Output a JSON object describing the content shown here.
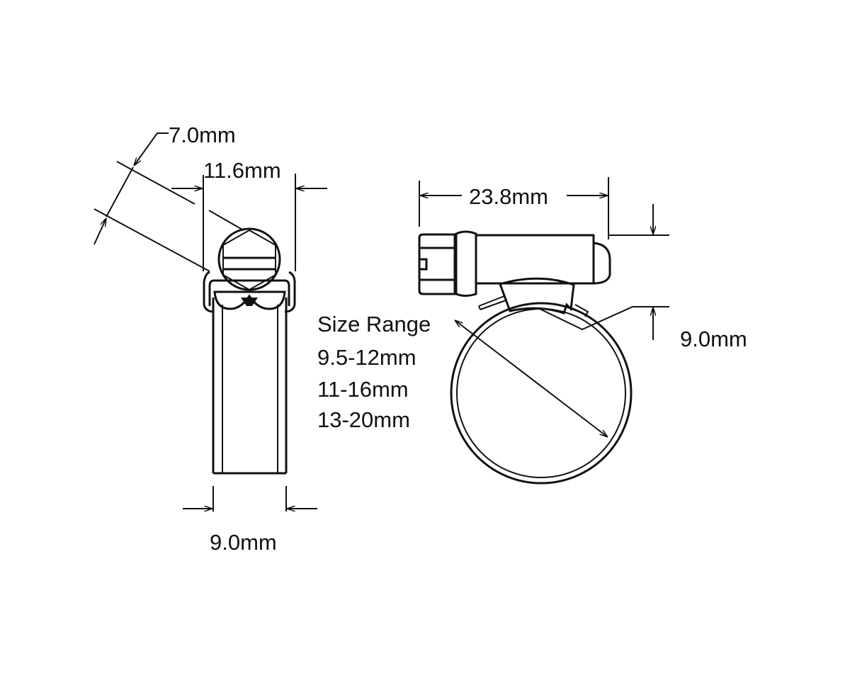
{
  "dimensions": {
    "thickness": "7.0mm",
    "housing_width": "11.6mm",
    "band_width_side": "9.0mm",
    "housing_length": "23.8mm",
    "band_width_front": "9.0mm"
  },
  "size_range": {
    "title": "Size Range",
    "ranges": [
      "9.5-12mm",
      "11-16mm",
      "13-20mm"
    ]
  },
  "colors": {
    "line": "#111111",
    "background": "#ffffff"
  }
}
